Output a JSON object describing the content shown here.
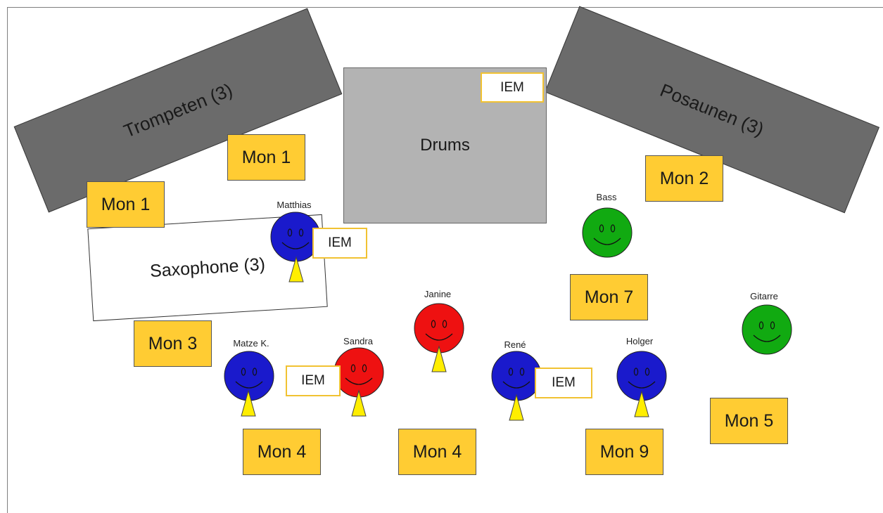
{
  "stage": {
    "trumpets_label": "Trompeten (3)",
    "trombones_label": "Posaunen (3)",
    "saxophones_label": "Saxophone (3)",
    "drums_label": "Drums"
  },
  "monitors": {
    "mon1_a": "Mon 1",
    "mon1_b": "Mon 1",
    "mon2": "Mon 2",
    "mon3": "Mon 3",
    "mon4_a": "Mon 4",
    "mon4_b": "Mon 4",
    "mon5": "Mon 5",
    "mon7": "Mon 7",
    "mon9": "Mon 9"
  },
  "iem": {
    "drums": "IEM",
    "matthias": "IEM",
    "sandra": "IEM",
    "rene": "IEM"
  },
  "musicians": {
    "matthias": "Matthias",
    "bass": "Bass",
    "janine": "Janine",
    "gitarre": "Gitarre",
    "matze": "Matze K.",
    "sandra": "Sandra",
    "rene": "René",
    "holger": "Holger"
  },
  "colors": {
    "blue_face": "#1a1acc",
    "red_face": "#ee1111",
    "green_face": "#11aa11",
    "mic": "#ffee00",
    "monitor": "#ffcc33",
    "riser": "#6b6b6b",
    "drums": "#b3b3b3"
  }
}
